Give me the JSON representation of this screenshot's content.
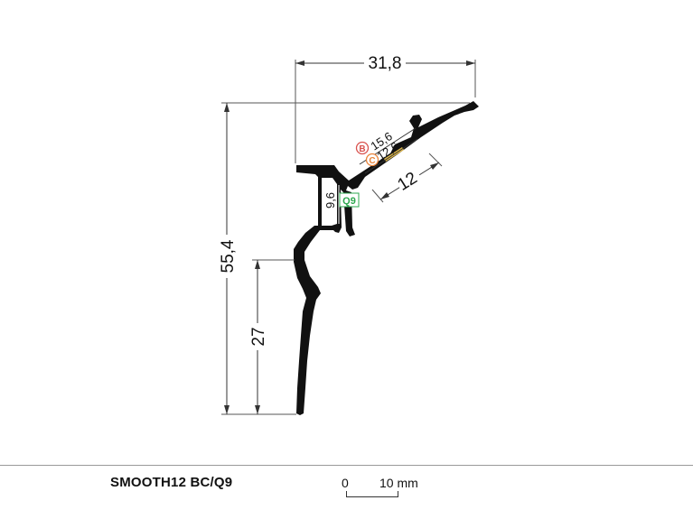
{
  "dimensions": {
    "top_width": "31,8",
    "total_height": "55,4",
    "lower_height": "27",
    "b_dimension": "15,6",
    "c_dimension": "12,6",
    "channel_width": "12",
    "q9_height": "9,6"
  },
  "markers": {
    "b": "B",
    "c": "C",
    "q9": "Q9"
  },
  "colors": {
    "profile": "#111111",
    "marker_b": "#d9534f",
    "marker_c": "#e8833a",
    "marker_q9": "#2ea84f",
    "led_strip": "#e0b84a"
  },
  "footer": {
    "product_name": "SMOOTH12 BC/Q9",
    "scale_start": "0",
    "scale_end": "10 mm"
  }
}
